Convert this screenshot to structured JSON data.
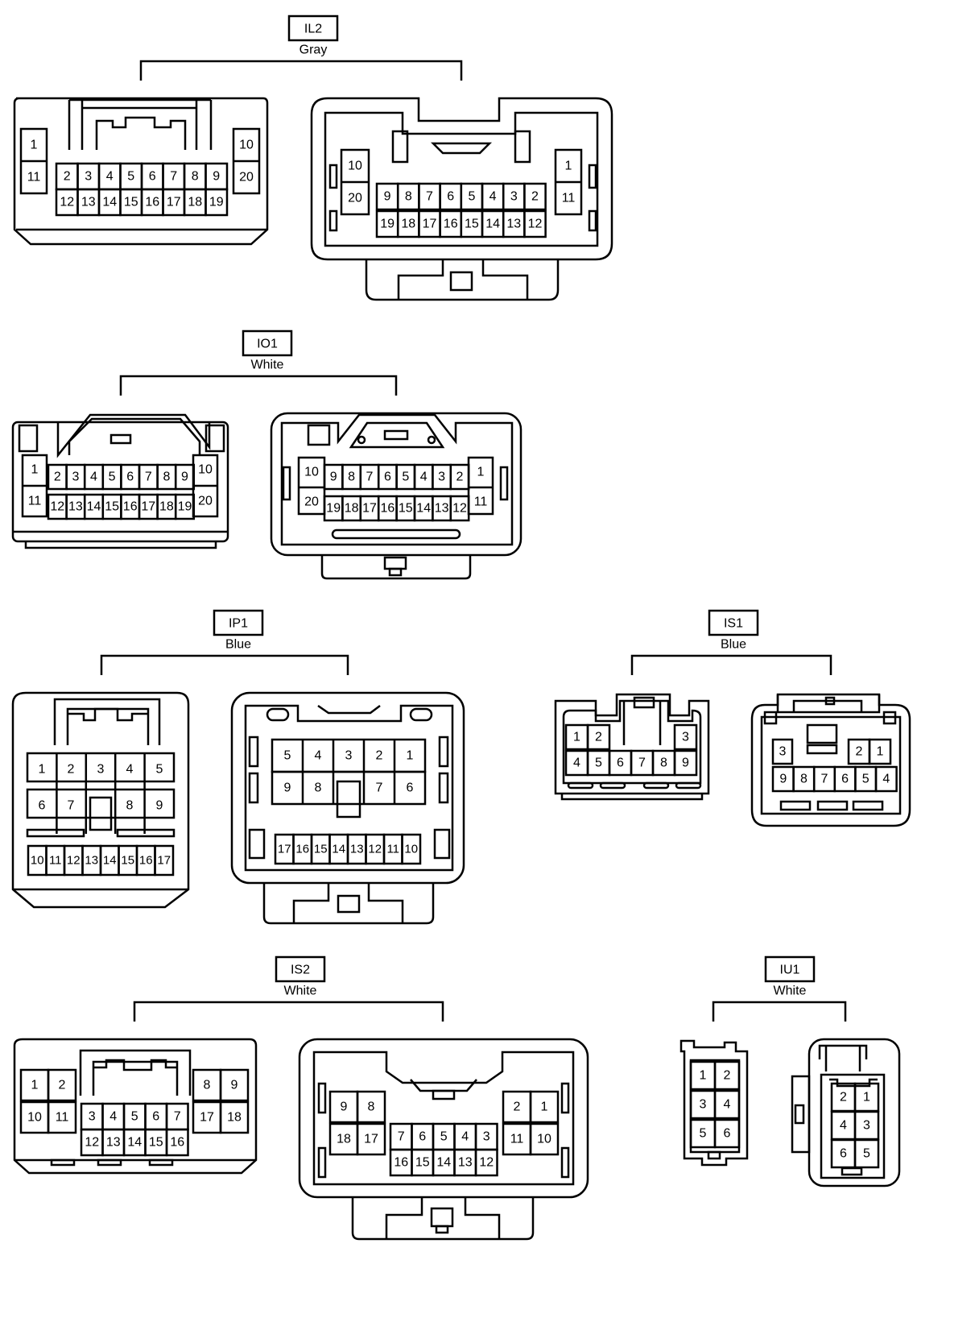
{
  "connectors": [
    {
      "id": "IL2",
      "color": "Gray"
    },
    {
      "id": "IO1",
      "color": "White"
    },
    {
      "id": "IP1",
      "color": "Blue"
    },
    {
      "id": "IS1",
      "color": "Blue"
    },
    {
      "id": "IS2",
      "color": "White"
    },
    {
      "id": "IU1",
      "color": "White"
    }
  ]
}
